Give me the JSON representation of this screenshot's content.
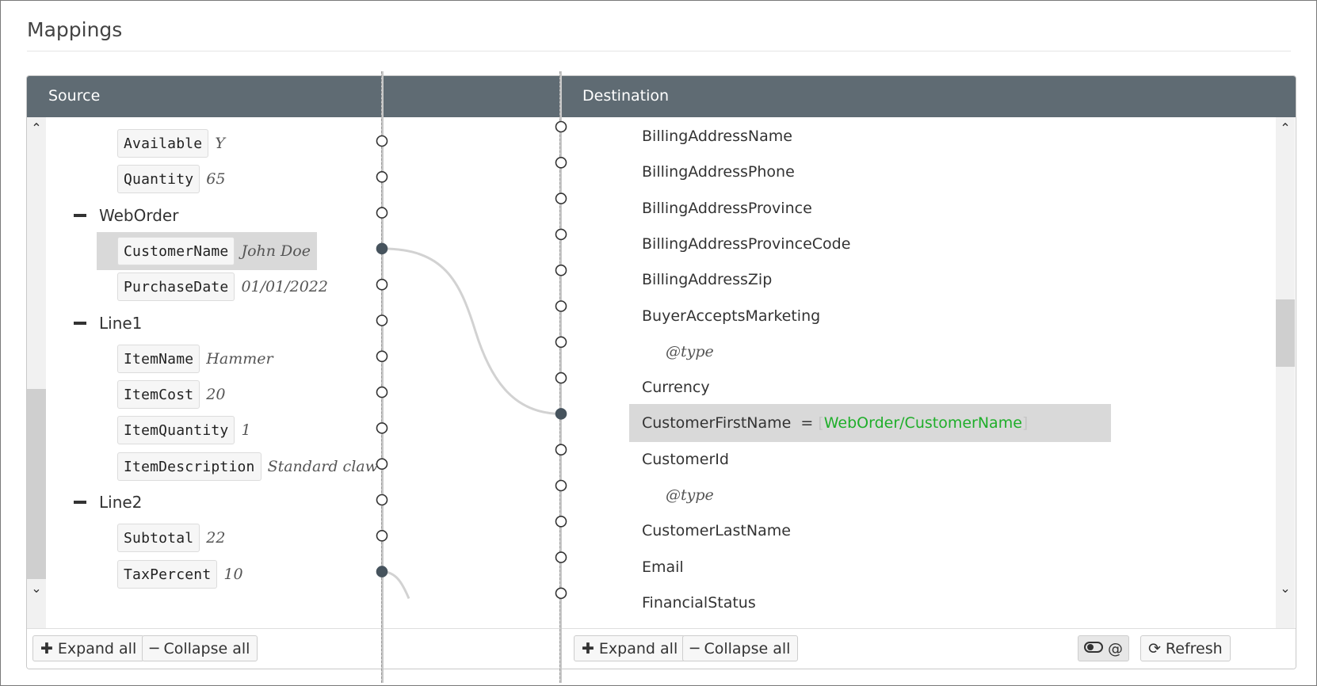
{
  "page_title": "Mappings",
  "source": {
    "header": "Source",
    "rows": [
      {
        "kind": "field",
        "name": "Available",
        "value": "Y"
      },
      {
        "kind": "field",
        "name": "Quantity",
        "value": "65"
      },
      {
        "kind": "group",
        "name": "WebOrder"
      },
      {
        "kind": "field",
        "name": "CustomerName",
        "value": "John Doe",
        "selected": true
      },
      {
        "kind": "field",
        "name": "PurchaseDate",
        "value": "01/01/2022"
      },
      {
        "kind": "group",
        "name": "Line1"
      },
      {
        "kind": "field",
        "name": "ItemName",
        "value": "Hammer"
      },
      {
        "kind": "field",
        "name": "ItemCost",
        "value": "20"
      },
      {
        "kind": "field",
        "name": "ItemQuantity",
        "value": "1"
      },
      {
        "kind": "field",
        "name": "ItemDescription",
        "value": "Standard claw"
      },
      {
        "kind": "group",
        "name": "Line2"
      },
      {
        "kind": "field",
        "name": "Subtotal",
        "value": "22"
      },
      {
        "kind": "field",
        "name": "TaxPercent",
        "value": "10"
      }
    ],
    "expand_all": "Expand all",
    "collapse_all": "Collapse all"
  },
  "destination": {
    "header": "Destination",
    "rows": [
      {
        "kind": "field",
        "name": "BillingAddressName"
      },
      {
        "kind": "field",
        "name": "BillingAddressPhone"
      },
      {
        "kind": "field",
        "name": "BillingAddressProvince"
      },
      {
        "kind": "field",
        "name": "BillingAddressProvinceCode"
      },
      {
        "kind": "field",
        "name": "BillingAddressZip"
      },
      {
        "kind": "group",
        "name": "BuyerAcceptsMarketing"
      },
      {
        "kind": "attr",
        "name": "@type"
      },
      {
        "kind": "field",
        "name": "Currency"
      },
      {
        "kind": "field",
        "name": "CustomerFirstName",
        "mapping": "WebOrder/CustomerName",
        "selected": true
      },
      {
        "kind": "group",
        "name": "CustomerId"
      },
      {
        "kind": "attr",
        "name": "@type"
      },
      {
        "kind": "field",
        "name": "CustomerLastName"
      },
      {
        "kind": "field",
        "name": "Email"
      },
      {
        "kind": "field",
        "name": "FinancialStatus"
      }
    ],
    "expand_all": "Expand all",
    "collapse_all": "Collapse all",
    "toggle_label": "@",
    "refresh": "Refresh"
  },
  "colors": {
    "header_bg": "#5f6b73",
    "mapped_dot": "#46535d",
    "mapping_text": "#1fae2a"
  },
  "icons": {
    "expand": "plus-icon",
    "collapse": "minus-icon",
    "toggle": "toggle-icon",
    "refresh": "refresh-icon"
  }
}
